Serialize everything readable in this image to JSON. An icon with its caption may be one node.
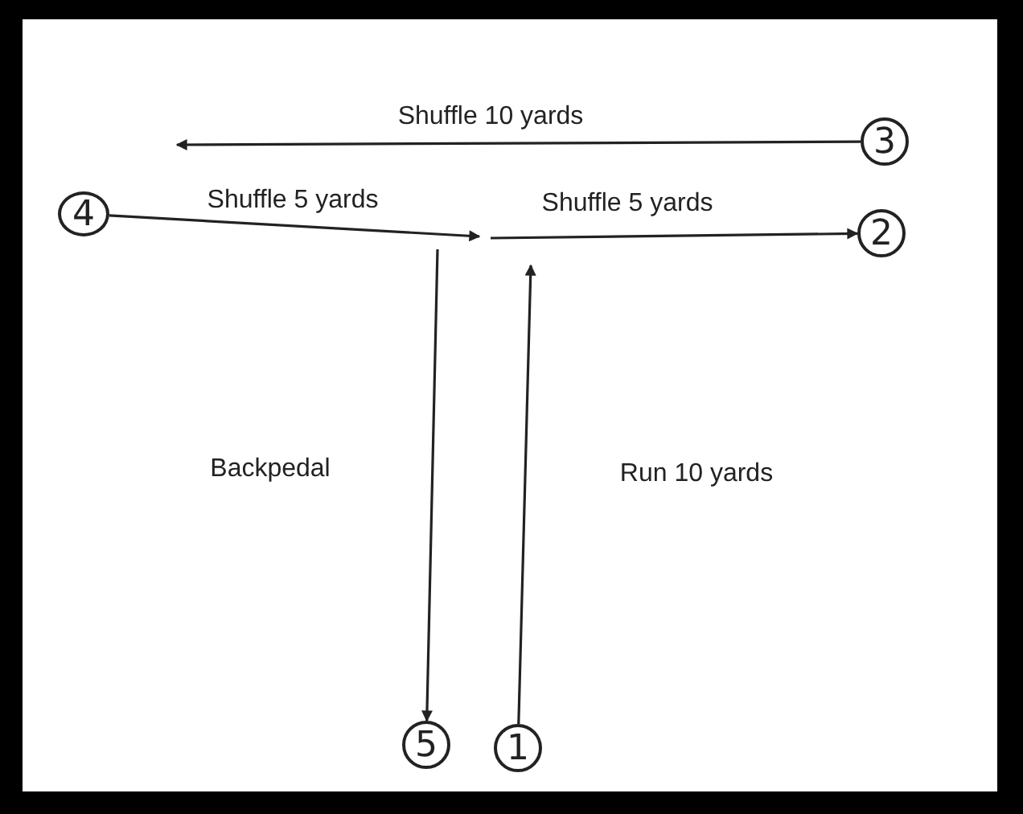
{
  "diagram": {
    "nodes": [
      {
        "text": [
          "3"
        ]
      },
      {
        "text": [
          "4"
        ]
      },
      {
        "text": [
          "2"
        ]
      },
      {
        "text": [
          "5"
        ]
      },
      {
        "text": [
          "1"
        ]
      }
    ],
    "edges": [
      {
        "from": 0,
        "to": null,
        "arrow": "to",
        "label": "Shuffle 10 yards"
      },
      {
        "from": 1,
        "to": null,
        "arrow": "to",
        "label": "Shuffle 5 yards"
      },
      {
        "from": null,
        "to": 2,
        "arrow": "to",
        "label": "Shuffle 5 yards"
      },
      {
        "from": null,
        "to": 3,
        "arrow": "to",
        "label": "Backpedal"
      },
      {
        "from": 4,
        "to": null,
        "arrow": "to",
        "label": "Run 10 yards"
      }
    ]
  }
}
